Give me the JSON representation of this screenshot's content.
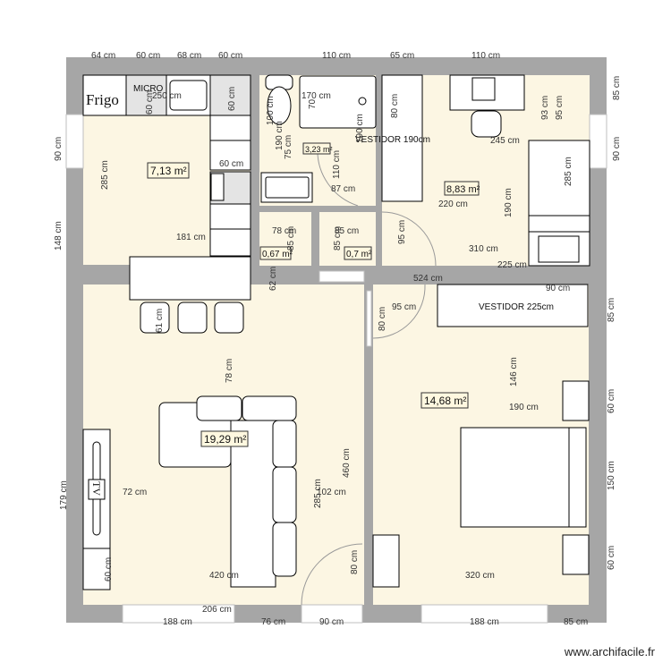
{
  "plan": {
    "watermark": "www.archifacile.fr",
    "rooms": [
      {
        "id": "kitchen",
        "area": "7,13 m²"
      },
      {
        "id": "bathroom",
        "area": "3,23 m²"
      },
      {
        "id": "wc-1",
        "area": "0,67 m²"
      },
      {
        "id": "wc-2",
        "area": "0,7 m²"
      },
      {
        "id": "office",
        "area": "8,83 m²"
      },
      {
        "id": "living",
        "area": "19,29 m²"
      },
      {
        "id": "bedroom",
        "area": "14,68 m²"
      }
    ],
    "labels": {
      "fridge": "Frigo",
      "micro": "MICRO",
      "tv": "TV",
      "wardrobe_office": "VESTIDOR 190cm",
      "wardrobe_bedroom": "VESTIDOR 225cm"
    },
    "dimensions": {
      "top": [
        "64 cm",
        "60 cm",
        "68 cm",
        "60 cm",
        "110 cm",
        "65 cm",
        "110 cm"
      ],
      "bottom": [
        "188 cm",
        "206 cm",
        "76 cm",
        "90 cm",
        "188 cm",
        "85 cm"
      ],
      "left": [
        "90 cm",
        "148 cm",
        "179 cm"
      ],
      "right": [
        "85 cm",
        "90 cm",
        "85 cm",
        "60 cm",
        "150 cm",
        "60 cm"
      ],
      "kitchen": [
        "250 cm",
        "60 cm",
        "60 cm",
        "285 cm",
        "60 cm",
        "181 cm"
      ],
      "bathroom": [
        "170 cm",
        "70",
        "100 cm",
        "190 cm",
        "75 cm",
        "110 cm",
        "87 cm",
        "190 cm"
      ],
      "wc": [
        "78 cm",
        "85 cm",
        "85 cm",
        "85 cm",
        "62 cm"
      ],
      "office": [
        "80 cm",
        "93 cm",
        "95 cm",
        "245 cm",
        "285 cm",
        "220 cm",
        "190 cm",
        "95 cm",
        "310 cm",
        "225 cm",
        "524 cm"
      ],
      "living": [
        "61 cm",
        "78 cm",
        "72 cm",
        "285 cm",
        "102 cm",
        "460 cm",
        "60 cm",
        "420 cm",
        "80 cm"
      ],
      "bedroom": [
        "95 cm",
        "80 cm",
        "90 cm",
        "146 cm",
        "190 cm",
        "320 cm"
      ]
    }
  }
}
